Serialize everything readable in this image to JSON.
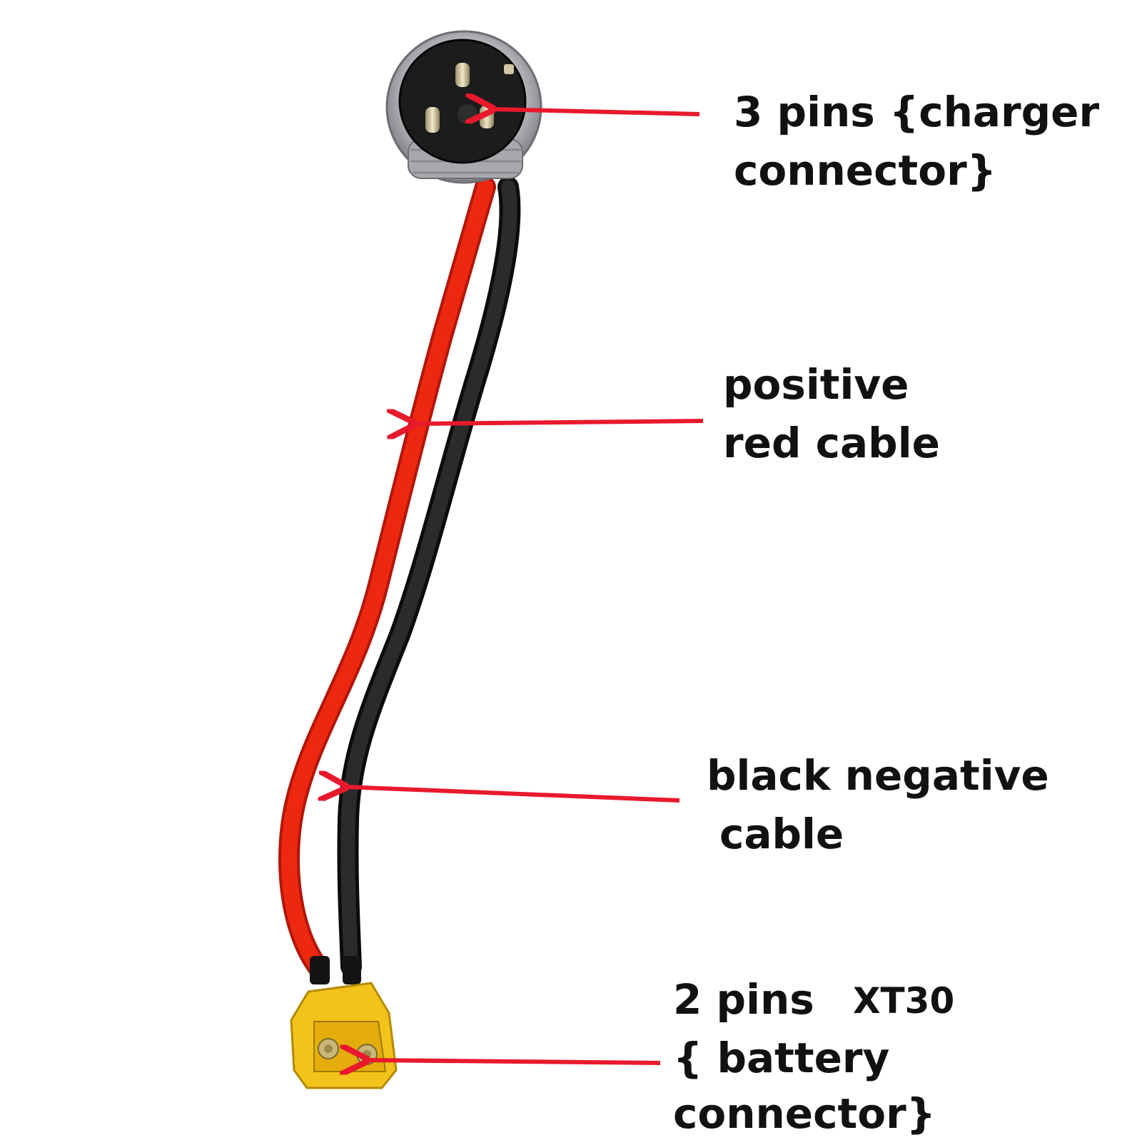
{
  "colors": {
    "background": "#ffffff",
    "red_cable": "#e8220c",
    "black_cable": "#1e1e1e",
    "arrow": "#e8192c",
    "xt30_body": "#f2c31a",
    "metal": "#c9c9cc",
    "label_text": "#111111"
  },
  "labels": {
    "charger_line1": "3 pins {charger",
    "charger_line2": "connector}",
    "positive_line1": "positive",
    "positive_line2": "red cable",
    "negative_line1": "black negative",
    "negative_line2": "cable",
    "battery_line1": "2 pins",
    "battery_xt30": "XT30",
    "battery_line2": "{ battery",
    "battery_line3": "connector}"
  },
  "icons": {
    "charger": "three-pin-round-connector",
    "battery": "xt30-connector"
  }
}
